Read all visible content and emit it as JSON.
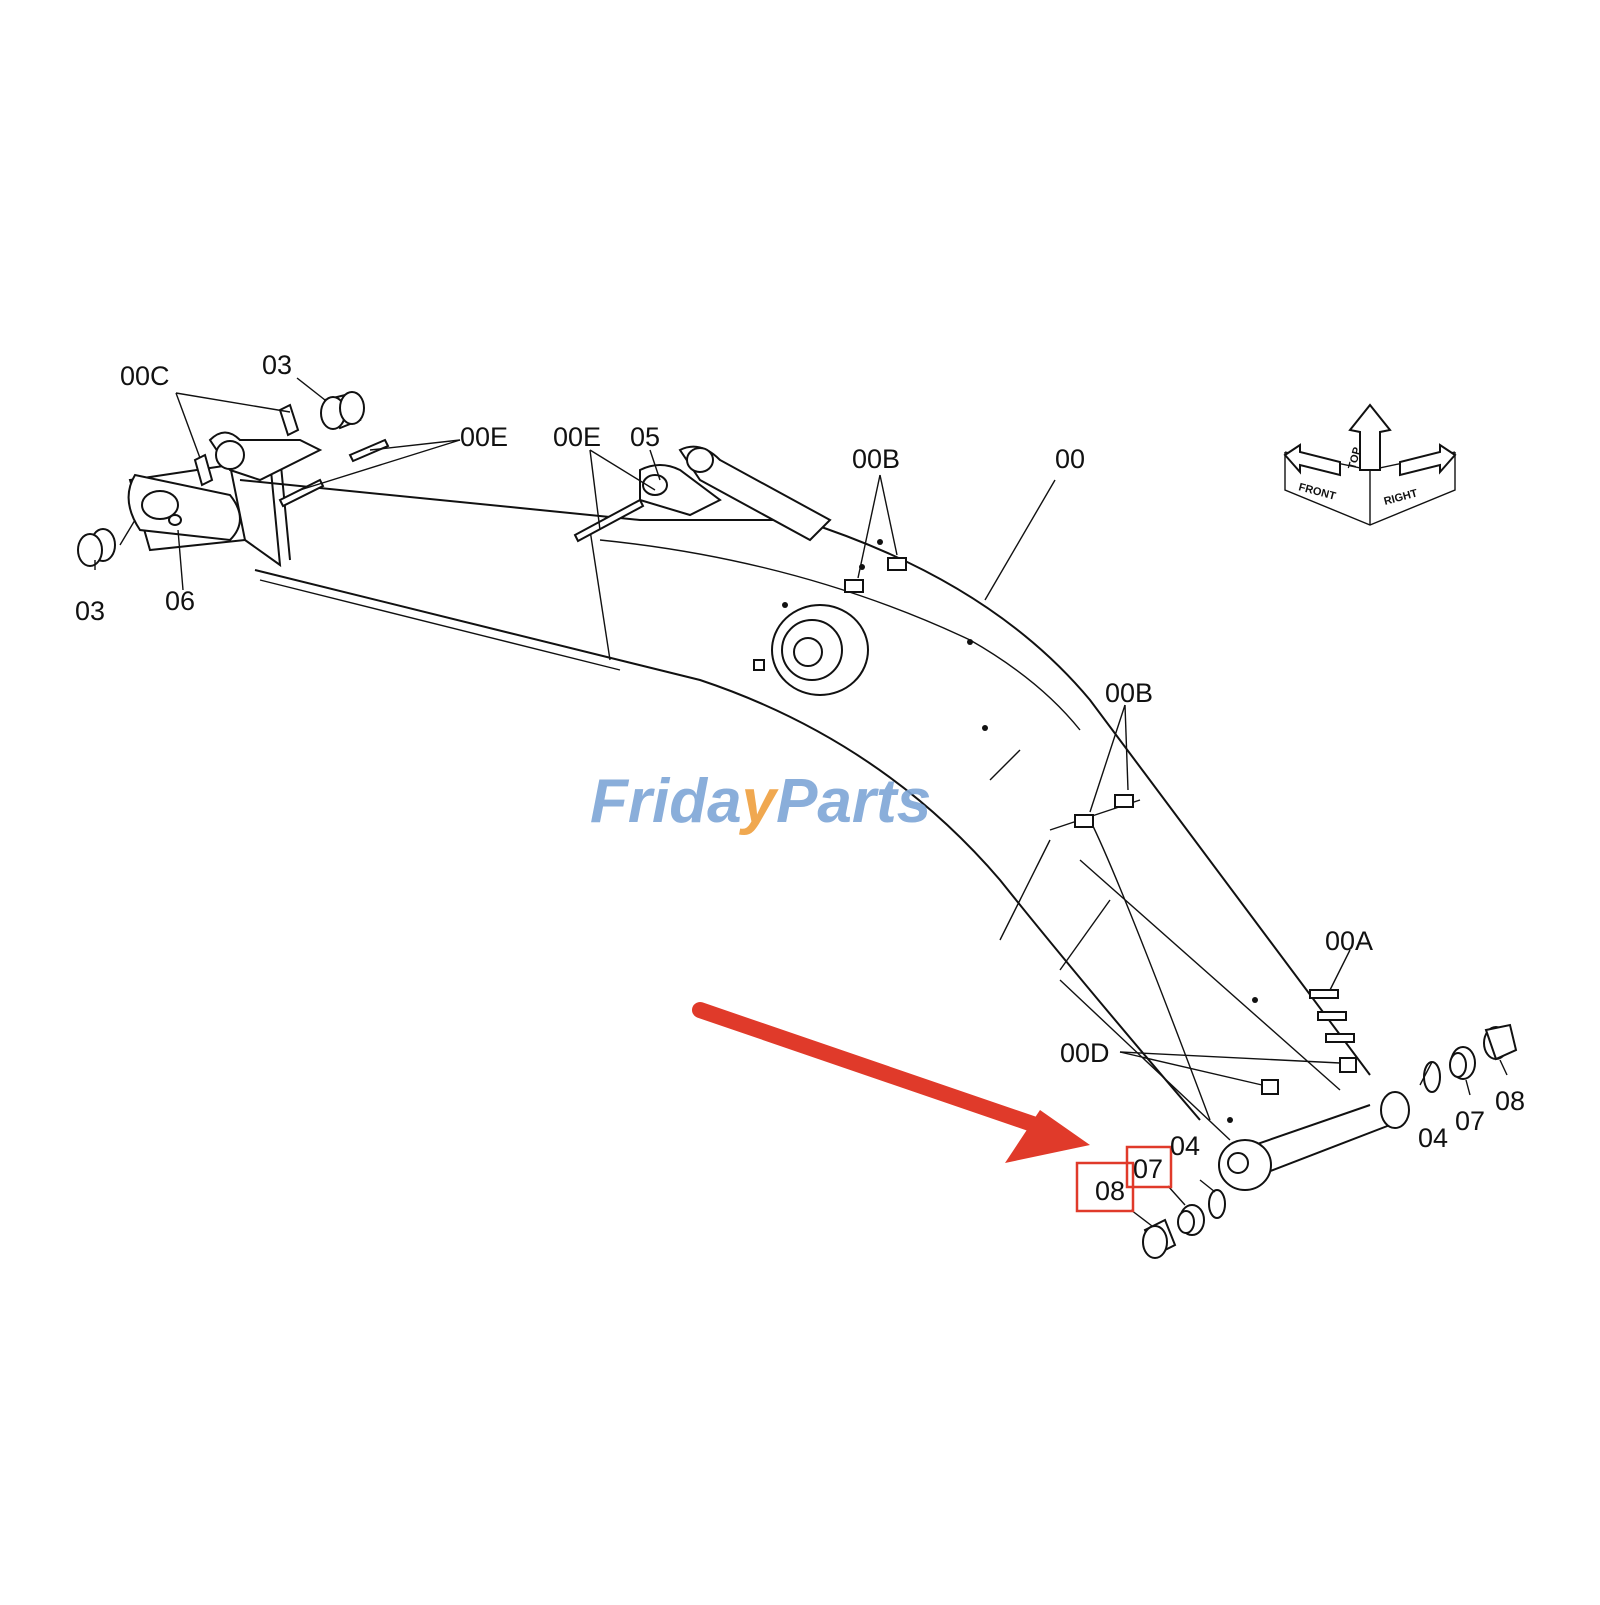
{
  "labels": {
    "l00C": "00C",
    "l03a": "03",
    "l03b": "03",
    "l06": "06",
    "l00Ea": "00E",
    "l00Eb": "00E",
    "l05": "05",
    "l00Ba": "00B",
    "l00": "00",
    "l00Bb": "00B",
    "l00A": "00A",
    "l00D": "00D",
    "l04a": "04",
    "l07a": "07",
    "l08a": "08",
    "l04b": "04",
    "l07b": "07",
    "l08b": "08"
  },
  "orientation": {
    "top": "TOP",
    "front": "FRONT",
    "right": "RIGHT"
  },
  "watermark": {
    "part1": "Frida",
    "part2": "y",
    "part3": "Parts"
  },
  "colors": {
    "highlight": "#e03a2a",
    "watermark_blue": "#7ea6d6",
    "watermark_orange": "#f0a850"
  }
}
